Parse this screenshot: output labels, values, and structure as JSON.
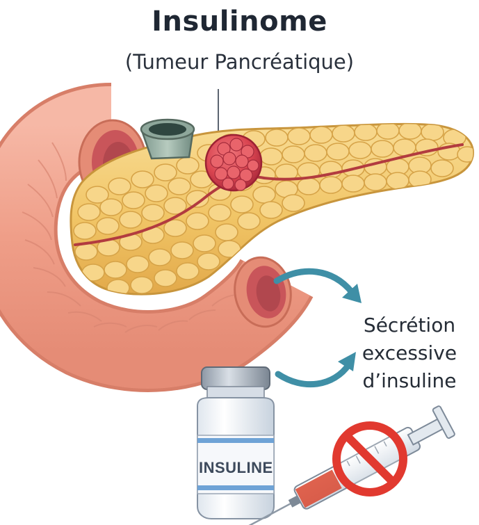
{
  "title": "Insulinome",
  "subtitle": "(Tumeur Pancréatique)",
  "secretion": {
    "line1": "Sécrétion",
    "line2": "excessive",
    "line3": "d’insuline"
  },
  "vial_label": "INSULINE",
  "colors": {
    "intestine": "#f0a591",
    "pancreas": "#f2c86a",
    "tumor": "#d6444f",
    "arrow": "#3f8fa6",
    "prohibit": "#e1392f",
    "title_text": "#1f2733"
  }
}
